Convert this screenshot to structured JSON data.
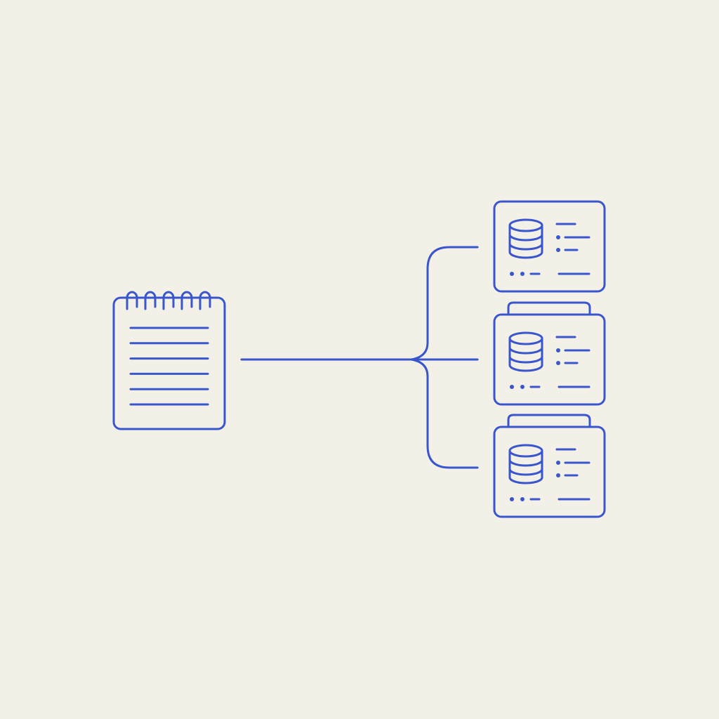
{
  "diagram": {
    "background": "#f3f0e8",
    "line_color": "#3a56cc",
    "source": {
      "icon": "spiral-notepad-icon",
      "ring_count": 5,
      "text_line_count": 6
    },
    "connector": {
      "icon": "branching-connector",
      "branch_count": 3
    },
    "targets": [
      {
        "icon": "database-card-icon",
        "stacked_tab": false
      },
      {
        "icon": "database-card-icon",
        "stacked_tab": true
      },
      {
        "icon": "database-card-icon",
        "stacked_tab": true
      }
    ]
  }
}
